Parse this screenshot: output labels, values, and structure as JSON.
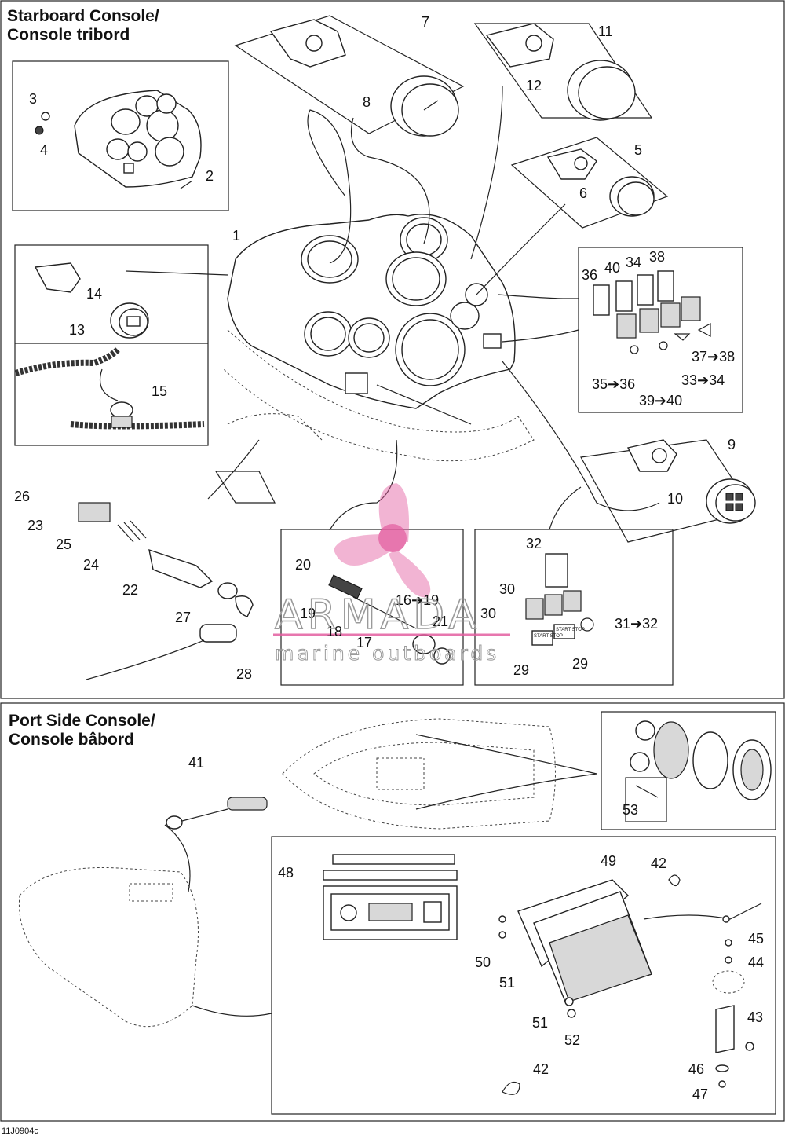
{
  "sections": {
    "starboard": {
      "title_line1": "Starboard Console/",
      "title_line2": "Console tribord"
    },
    "port": {
      "title_line1": "Port Side Console/",
      "title_line2": "Console bâbord"
    }
  },
  "watermark": {
    "name": "ARMADA",
    "tagline": "marine outboards",
    "brand_color": "#e35fa0"
  },
  "drawing_code": "11J0904c",
  "callouts": [
    {
      "id": "c1",
      "text": "1"
    },
    {
      "id": "c2",
      "text": "2"
    },
    {
      "id": "c3",
      "text": "3"
    },
    {
      "id": "c4",
      "text": "4"
    },
    {
      "id": "c5",
      "text": "5"
    },
    {
      "id": "c6",
      "text": "6"
    },
    {
      "id": "c7",
      "text": "7"
    },
    {
      "id": "c8",
      "text": "8"
    },
    {
      "id": "c9",
      "text": "9"
    },
    {
      "id": "c10",
      "text": "10"
    },
    {
      "id": "c11",
      "text": "11"
    },
    {
      "id": "c12",
      "text": "12"
    },
    {
      "id": "c13",
      "text": "13"
    },
    {
      "id": "c14",
      "text": "14"
    },
    {
      "id": "c15",
      "text": "15"
    },
    {
      "id": "c16",
      "text": "16➔19"
    },
    {
      "id": "c17",
      "text": "17"
    },
    {
      "id": "c18",
      "text": "18"
    },
    {
      "id": "c19",
      "text": "19"
    },
    {
      "id": "c20",
      "text": "20"
    },
    {
      "id": "c21",
      "text": "21"
    },
    {
      "id": "c22",
      "text": "22"
    },
    {
      "id": "c23",
      "text": "23"
    },
    {
      "id": "c24",
      "text": "24"
    },
    {
      "id": "c25",
      "text": "25"
    },
    {
      "id": "c26",
      "text": "26"
    },
    {
      "id": "c27",
      "text": "27"
    },
    {
      "id": "c28",
      "text": "28"
    },
    {
      "id": "c29a",
      "text": "29"
    },
    {
      "id": "c29b",
      "text": "29"
    },
    {
      "id": "c30a",
      "text": "30"
    },
    {
      "id": "c30b",
      "text": "30"
    },
    {
      "id": "c31",
      "text": "31➔32"
    },
    {
      "id": "c32",
      "text": "32"
    },
    {
      "id": "c33",
      "text": "33➔34"
    },
    {
      "id": "c34",
      "text": "34"
    },
    {
      "id": "c35",
      "text": "35➔36"
    },
    {
      "id": "c36",
      "text": "36"
    },
    {
      "id": "c37",
      "text": "37➔38"
    },
    {
      "id": "c38",
      "text": "38"
    },
    {
      "id": "c39",
      "text": "39➔40"
    },
    {
      "id": "c40",
      "text": "40"
    },
    {
      "id": "c41",
      "text": "41"
    },
    {
      "id": "c42a",
      "text": "42"
    },
    {
      "id": "c42b",
      "text": "42"
    },
    {
      "id": "c43",
      "text": "43"
    },
    {
      "id": "c44",
      "text": "44"
    },
    {
      "id": "c45",
      "text": "45"
    },
    {
      "id": "c46",
      "text": "46"
    },
    {
      "id": "c47",
      "text": "47"
    },
    {
      "id": "c48",
      "text": "48"
    },
    {
      "id": "c49",
      "text": "49"
    },
    {
      "id": "c50",
      "text": "50"
    },
    {
      "id": "c51a",
      "text": "51"
    },
    {
      "id": "c51b",
      "text": "51"
    },
    {
      "id": "c52",
      "text": "52"
    },
    {
      "id": "c53",
      "text": "53"
    }
  ],
  "switch_labels": {
    "start_stop_1": "START STOP",
    "start_stop_2": "START STOP"
  }
}
